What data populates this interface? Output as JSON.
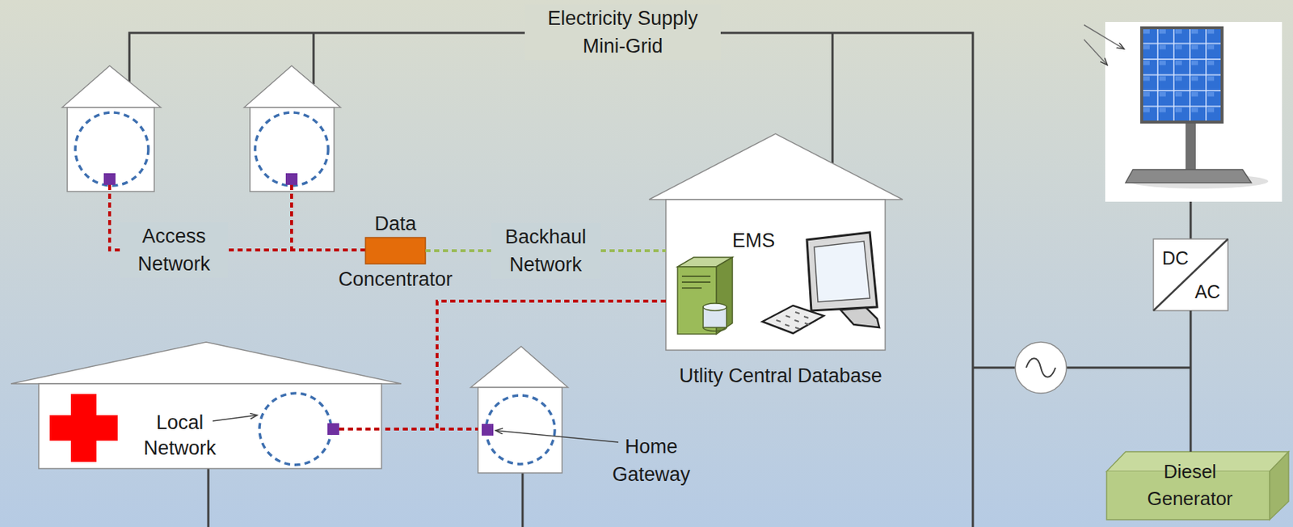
{
  "diagram": {
    "nodes": [
      {
        "text": [
          "Data",
          "Concentrator"
        ]
      },
      {
        "text": [
          "EMS",
          "Utlity Central Database"
        ]
      },
      {
        "text": [
          "DC",
          "AC"
        ]
      },
      {
        "text": [
          "Local Network"
        ]
      },
      {
        "text": [
          "Home Gateway"
        ]
      },
      {
        "text": [
          "Diesel Generator"
        ]
      }
    ],
    "edges": [
      {
        "from": 0,
        "to": 1,
        "arrow": "none",
        "label": "Backhaul Network"
      },
      {
        "from": 1,
        "to": 3,
        "arrow": "none"
      },
      {
        "from": 1,
        "to": 4,
        "arrow": "none"
      },
      {
        "from": 2,
        "to": 5,
        "arrow": "none"
      }
    ],
    "labels": [
      "Electricity Supply Mini-Grid",
      "Access Network"
    ]
  }
}
